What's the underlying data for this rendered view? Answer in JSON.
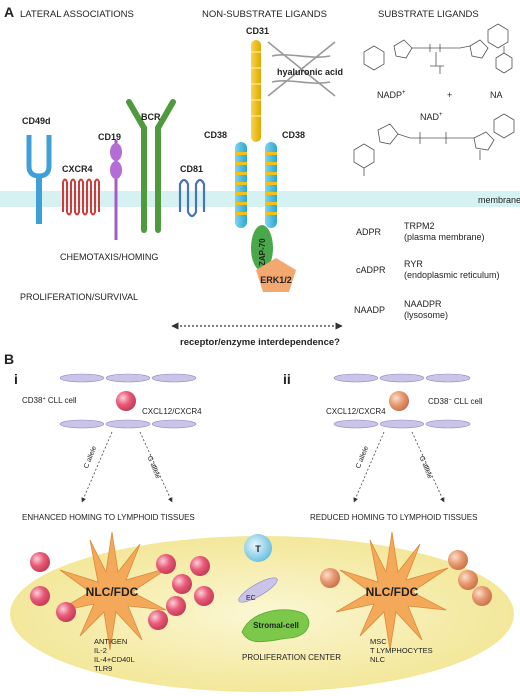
{
  "panel_a": {
    "letter": "A",
    "headers": {
      "lateral": "LATERAL ASSOCIATIONS",
      "non_substrate": "NON-SUBSTRATE LIGANDS",
      "substrate": "SUBSTRATE LIGANDS"
    },
    "receptors": {
      "cd49d": "CD49d",
      "cxcr4": "CXCR4",
      "cd19": "CD19",
      "bcr": "BCR",
      "cd81": "CD81",
      "cd31": "CD31",
      "cd38_left": "CD38",
      "cd38_right": "CD38",
      "hyaluronic": "hyaluronic acid",
      "zap70": "ZAP-70",
      "erk": "ERK1/2"
    },
    "substrates": {
      "nadp": "NADP",
      "nadp_sup": "+",
      "plus": "+",
      "na": "NA",
      "nad": "NAD",
      "nad_sup": "+"
    },
    "membrane": "membrane",
    "effects": {
      "chemotaxis": "CHEMOTAXIS/HOMING",
      "proliferation": "PROLIFERATION/SURVIVAL"
    },
    "second_messengers": [
      {
        "messenger": "ADPR",
        "line1": "TRPM2",
        "line2": "(plasma membrane)"
      },
      {
        "messenger": "cADPR",
        "line1": "RYR",
        "line2": "(endoplasmic reticulum)"
      },
      {
        "messenger": "NAADP",
        "line1": "NAADPR",
        "line2": "(lysosome)"
      }
    ],
    "interdependence": "receptor/enzyme interdependence?"
  },
  "panel_b": {
    "letter": "B",
    "sub_i": {
      "label": "i",
      "cell": "CD38",
      "cell_sup": "+",
      "cell_rest": " CLL cell",
      "chemokine": "CXCL12/CXCR4",
      "allele_c": "C allele",
      "allele_g": "G allele",
      "outcome": "ENHANCED HOMING TO LYMPHOID TISSUES"
    },
    "sub_ii": {
      "label": "ii",
      "cell": "CD38",
      "cell_sup": "−",
      "cell_rest": " CLL cell",
      "chemokine": "CXCL12/CXCR4",
      "allele_c": "C allele",
      "allele_g": "G allele",
      "outcome": "REDUCED HOMING TO LYMPHOID TISSUES"
    },
    "center": {
      "nlc_left": "NLC/FDC",
      "nlc_right": "NLC/FDC",
      "t_cell": "T",
      "ec": "EC",
      "stromal": "Stromal-cell",
      "proliferation_center": "PROLIFERATION CENTER",
      "left_list": [
        "ANTIGEN",
        "IL-2",
        "IL-4+CD40L",
        "TLR9"
      ],
      "right_list": [
        "MSC",
        "T LYMPHOCYTES",
        "NLC"
      ]
    }
  },
  "colors": {
    "cd49d": "#3f9fd8",
    "cxcr4": "#d23a3a",
    "cd19": "#a45cc8",
    "bcr": "#4e9a3c",
    "cd81": "#4a74b8",
    "cd31": "#f3c21a",
    "cd38": "#55c2e4",
    "membrane": "#d6f1f2",
    "zap70": "#4aa84a",
    "erk": "#f2a86e",
    "cell_pink": "#e85a78",
    "cell_peach": "#e89a72",
    "nlc": "#f4a85a",
    "prolif_bg": "#f6eeb0",
    "endothelium": "#c9c4e8"
  }
}
